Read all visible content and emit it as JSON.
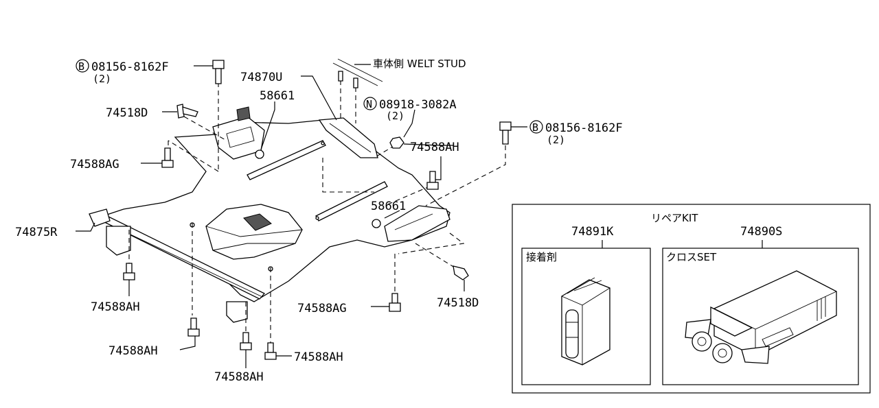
{
  "labels": {
    "bolt_top_left": "08156-8162F",
    "bolt_top_left_qty": "(2)",
    "bolt_right": "08156-8162F",
    "bolt_right_qty": "(2)",
    "nut": "08918-3082A",
    "nut_qty": "(2)",
    "welt_stud": "車体側 WELT STUD",
    "insulator_upper": "74870U",
    "clip_upper": "58661",
    "clip_lower": "58661",
    "grommet_left": "74518D",
    "grommet_right": "74518D",
    "bolt_ag_left": "74588AG",
    "bolt_ag_right": "74588AG",
    "bolt_ah_upper_right": "74588AH",
    "bolt_ah_left": "74588AH",
    "bolt_ah_bottom_1": "74588AH",
    "bolt_ah_bottom_2": "74588AH",
    "bolt_ah_bottom_3": "74588AH",
    "insulator_rear": "74875R"
  },
  "badges": {
    "b": "B",
    "n": "N"
  },
  "repair_kit": {
    "title": "リペアKIT",
    "adhesive_part": "74891K",
    "adhesive_label": "接着剤",
    "cloth_part": "74890S",
    "cloth_label": "クロスSET"
  }
}
